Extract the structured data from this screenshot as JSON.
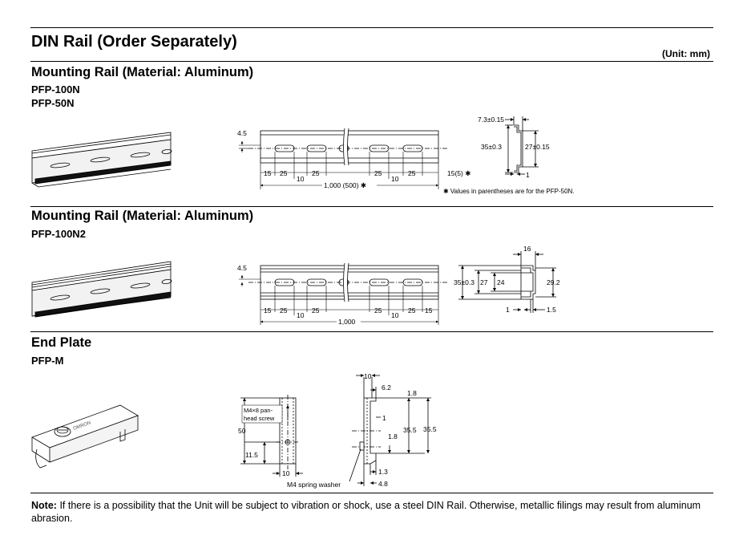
{
  "page": {
    "title": "DIN Rail (Order Separately)",
    "unit": "(Unit: mm)"
  },
  "sections": [
    {
      "heading": "Mounting Rail (Material: Aluminum)",
      "models": [
        "PFP-100N",
        "PFP-50N"
      ],
      "dims": {
        "d45": "4.5",
        "d15a": "15",
        "d25a": "25",
        "d10a": "10",
        "d25b": "25",
        "d25c": "25",
        "d10b": "10",
        "d25d": "25",
        "d15b": "15(5) ✱",
        "length": "1,000 (500) ✱",
        "footnote": "✱ Values in parentheses are for the PFP-50N.",
        "d73": "7.3±0.15",
        "d35": "35±0.3",
        "d27": "27±0.15",
        "d1": "1"
      }
    },
    {
      "heading": "Mounting Rail (Material: Aluminum)",
      "models": [
        "PFP-100N2"
      ],
      "dims": {
        "d45": "4.5",
        "d15a": "15",
        "d25a": "25",
        "d10a": "10",
        "d25b": "25",
        "d25c": "25",
        "d10b": "10",
        "d25d": "25",
        "d15b": "15",
        "length": "1,000",
        "d16": "16",
        "d35": "35±0.3",
        "d27": "27",
        "d24": "24",
        "d292": "29.2",
        "d1": "1",
        "d15": "1.5"
      }
    },
    {
      "heading": "End Plate",
      "models": [
        "PFP-M"
      ],
      "dims": {
        "screw_line1": "M4×8 pan-",
        "screw_line2": "head screw",
        "d50": "50",
        "d115": "11.5",
        "d10a": "10",
        "washer": "M4 spring washer",
        "d10b": "10",
        "d62": "6.2",
        "d18a": "1.8",
        "d1": "1",
        "d18b": "1.8",
        "d355a": "35.5",
        "d355b": "35.5",
        "d13": "1.3",
        "d48": "4.8"
      }
    }
  ],
  "note": {
    "label": "Note:",
    "text": "If there is a possibility that the Unit will be subject to vibration or shock, use a steel DIN Rail. Otherwise, metallic filings may result from aluminum abrasion."
  }
}
